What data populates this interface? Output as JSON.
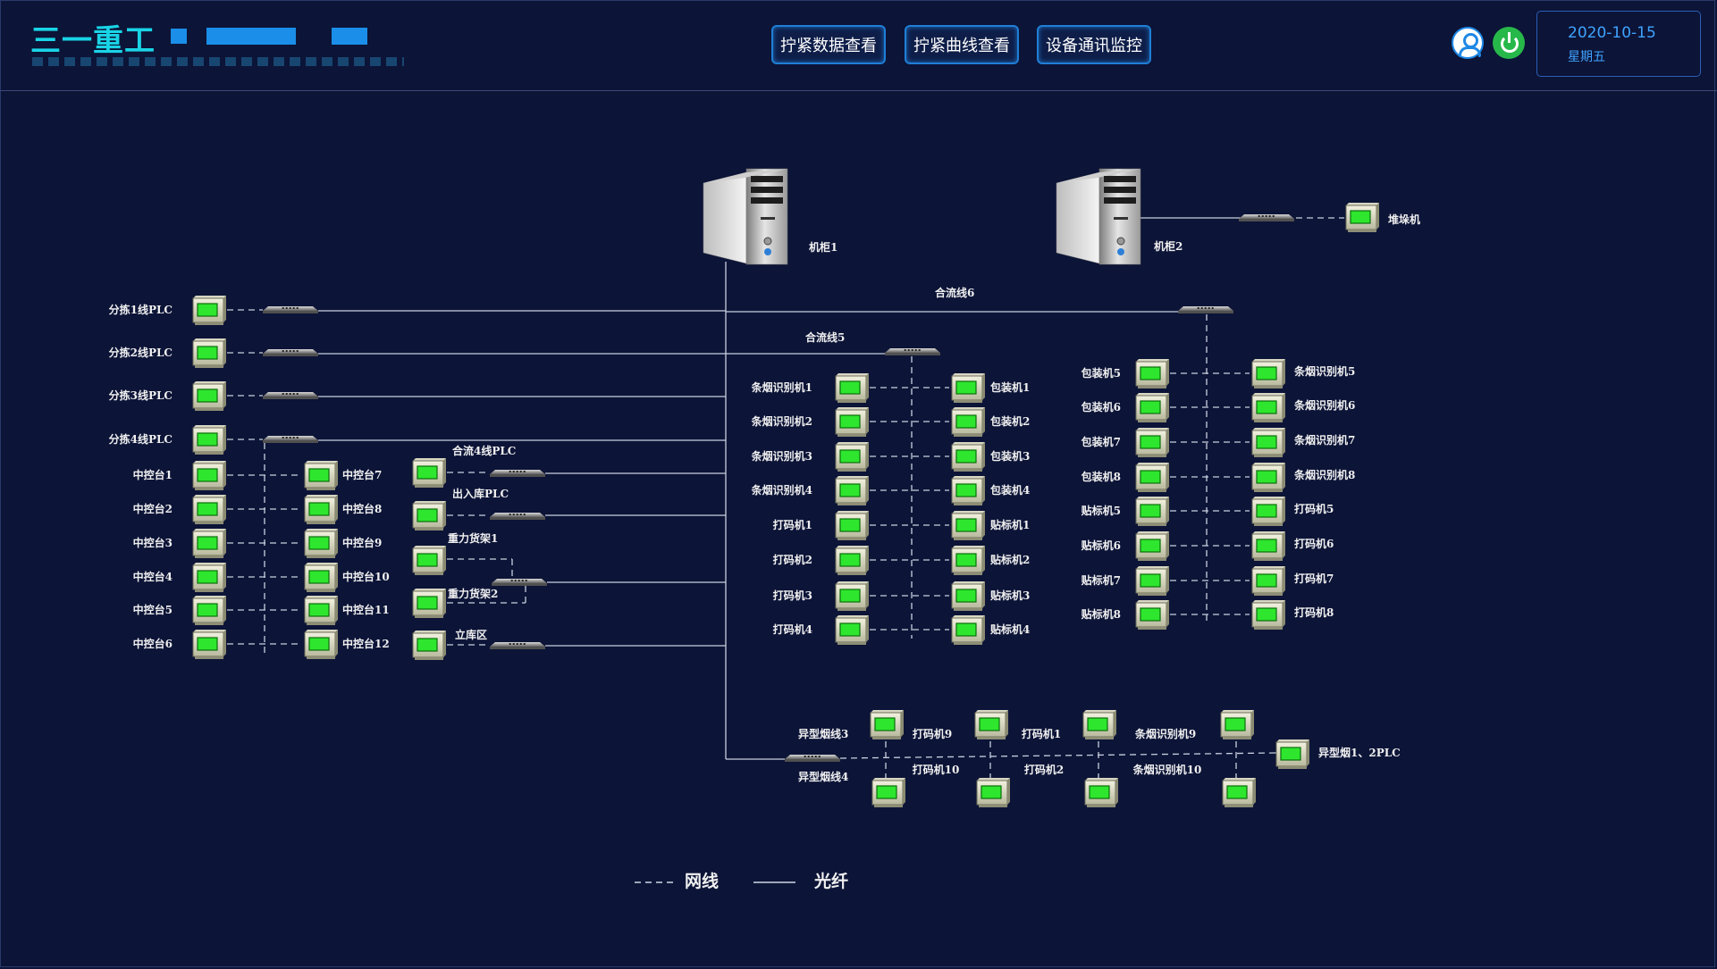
{
  "header": {
    "logo_text": "三一重工",
    "nav": [
      "拧紧数据查看",
      "拧紧曲线查看",
      "设备通讯监控"
    ],
    "date": "2020-10-15",
    "weekday": "星期五"
  },
  "servers": [
    "机柜1",
    "机柜2"
  ],
  "trunk_labels": [
    "合流线6",
    "合流线5"
  ],
  "stacker": "堆垛机",
  "sorting_plc": [
    "分拣1线PLC",
    "分拣2线PLC",
    "分拣3线PLC",
    "分拣4线PLC"
  ],
  "console_left": [
    "中控台1",
    "中控台2",
    "中控台3",
    "中控台4",
    "中控台5",
    "中控台6"
  ],
  "console_right": [
    "中控台7",
    "中控台8",
    "中控台9",
    "中控台10",
    "中控台11",
    "中控台12"
  ],
  "mid_left": [
    "合流4线PLC",
    "出入库PLC",
    "重力货架1",
    "重力货架2",
    "立库区"
  ],
  "line5_left": [
    "条烟识别机1",
    "条烟识别机2",
    "条烟识别机3",
    "条烟识别机4",
    "打码机1",
    "打码机2",
    "打码机3",
    "打码机4"
  ],
  "line5_right": [
    "包装机1",
    "包装机2",
    "包装机3",
    "包装机4",
    "贴标机1",
    "贴标机2",
    "贴标机3",
    "贴标机4"
  ],
  "line6_left": [
    "包装机5",
    "包装机6",
    "包装机7",
    "包装机8",
    "贴标机5",
    "贴标机6",
    "贴标机7",
    "贴标机8"
  ],
  "line6_right": [
    "条烟识别机5",
    "条烟识别机6",
    "条烟识别机7",
    "条烟识别机8",
    "打码机5",
    "打码机6",
    "打码机7",
    "打码机8"
  ],
  "special": {
    "line3": "异型烟线3",
    "line4": "异型烟线4",
    "top_labels": [
      "打码机9",
      "打码机1",
      "条烟识别机9"
    ],
    "bottom_labels": [
      "打码机10",
      "打码机2",
      "条烟识别机10"
    ],
    "plc": "异型烟1、2PLC"
  },
  "legend": {
    "network": "网线",
    "fiber": "光纤"
  },
  "colors": {
    "background": "#0c1437",
    "accent": "#1a8ee8",
    "logo": "#19d4e6",
    "screen": "#2ee62e"
  }
}
